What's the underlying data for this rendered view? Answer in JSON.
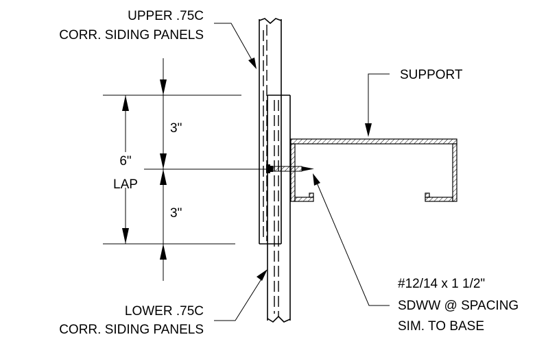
{
  "labels": {
    "upper_panel_line1": "UPPER .75C",
    "upper_panel_line2": "CORR. SIDING PANELS",
    "support": "SUPPORT",
    "dim_upper": "3\"",
    "dim_lower": "3\"",
    "lap_value": "6\"",
    "lap_word": "LAP",
    "lower_panel_line1": "LOWER .75C",
    "lower_panel_line2": "CORR. SIDING PANELS",
    "fastener_line1": "#12/14 x 1 1/2\"",
    "fastener_line2": "SDWW @ SPACING",
    "fastener_line3": "SIM. TO BASE"
  }
}
